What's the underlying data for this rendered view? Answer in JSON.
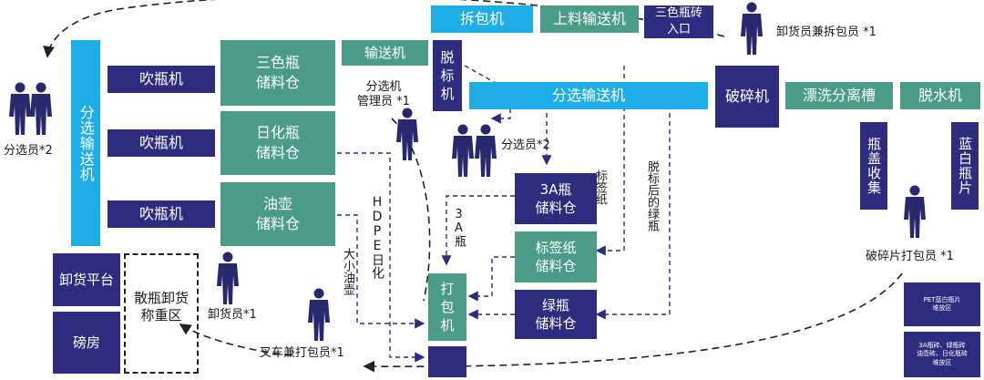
{
  "colors": {
    "navy": "#2e2c7e",
    "cyan": "#1eaee5",
    "teal": "#4a9b87",
    "worker": "#27286e",
    "line": "#2e2c7e",
    "dash": "#222222"
  },
  "top": {
    "unpack": "拆包机",
    "feeder": "上料输送机",
    "brick_entry": "三色瓶砖\n入口"
  },
  "conveyor": "输送机",
  "delabel": "脱\n标\n机",
  "sorting_conveyor": "分选输送机",
  "left_sorting_conveyor": "分选输送机",
  "crusher": "破碎机",
  "rinse_tank": "漂洗分离槽",
  "dewater": "脱水机",
  "blow_molders": [
    "吹瓶机",
    "吹瓶机",
    "吹瓶机"
  ],
  "storage": {
    "tricolor": "三色瓶\n储料仓",
    "daily": "日化瓶\n储料仓",
    "oil": "油壶\n储料仓"
  },
  "bins": {
    "a3": "3A瓶\n储料仓",
    "label_paper": "标签纸\n储料仓",
    "green": "绿瓶\n储料仓"
  },
  "baler": "打\n包\n机",
  "cap_collect": "瓶盖收集",
  "blue_white": "蓝白瓶片",
  "unload_platform": "卸货平台",
  "weigh_room": "磅房",
  "bulk_area": "散瓶卸货\n称重区",
  "legend": {
    "pet": "PET蓝白瓶片\n堆放区",
    "bricks": "3A瓶砖、绿瓶砖\n油壶砖、日化瓶砖\n堆放区"
  },
  "flow_labels": {
    "hdpe": "HDPE日化",
    "oil_can": "大小油壶",
    "a3_bottle": "3A瓶",
    "label_paper": "标签纸",
    "delabeled_green": "脱标后的绿瓶"
  },
  "workers": {
    "unload_unpack": "卸货员兼拆包员 *1",
    "sorter_left": "分选员*2",
    "conveyor_admin": "分选机\n管理员 *1",
    "sorter_mid": "分选员*2",
    "unloader": "卸货员*1",
    "forklift": "叉车兼打包员*1",
    "flake_packer": "破碎片打包员 *1"
  }
}
